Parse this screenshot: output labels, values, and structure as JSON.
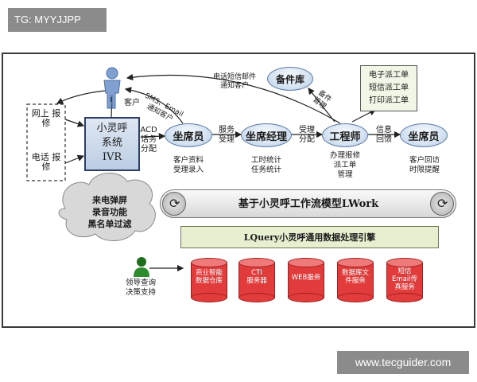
{
  "header_tag": "TG: MYYJJPP",
  "watermark": "www.tecguider.com",
  "diagram": {
    "customer_label": "客户",
    "channels": {
      "online": "网上\n报修",
      "phone": "电话\n报修"
    },
    "ivr": "小灵呼\n系统\nIVR",
    "acd": "ACD\n话务\n分配",
    "sms_email": "SMS、Email\n通知客户",
    "phone_sms_notify": "电话短信邮件\n通知客户",
    "parts_store": "备件库",
    "parts_mgmt": "备件\n管理",
    "dispatch_box": "电子派工单\n短信派工单\n打印派工单",
    "nodes": [
      {
        "label": "坐席员",
        "sub": "客户资料\n受理录入"
      },
      {
        "label": "坐席经理",
        "sub": "工时统计\n任务统计"
      },
      {
        "label": "工程师",
        "sub": "办理报修\n派工单\n管理"
      },
      {
        "label": "坐席员",
        "sub": "客户回访\n时限提醒"
      }
    ],
    "edges": [
      "服务\n受理",
      "受理\n分配",
      "信息\n回馈"
    ],
    "cloud": "来电弹屏\n录音功能\n黑名单过滤",
    "workflow_bar": "基于小灵呼工作流模型LWork",
    "engine_bar": "LQuery小灵呼通用数据处理引擎",
    "leader": "领导查询\n决策支持",
    "databases": [
      "商业智能\n数据仓库",
      "CTI\n服务器",
      "WEB服务",
      "数据库文\n件服务",
      "短信\nEmail传\n真服务"
    ]
  }
}
